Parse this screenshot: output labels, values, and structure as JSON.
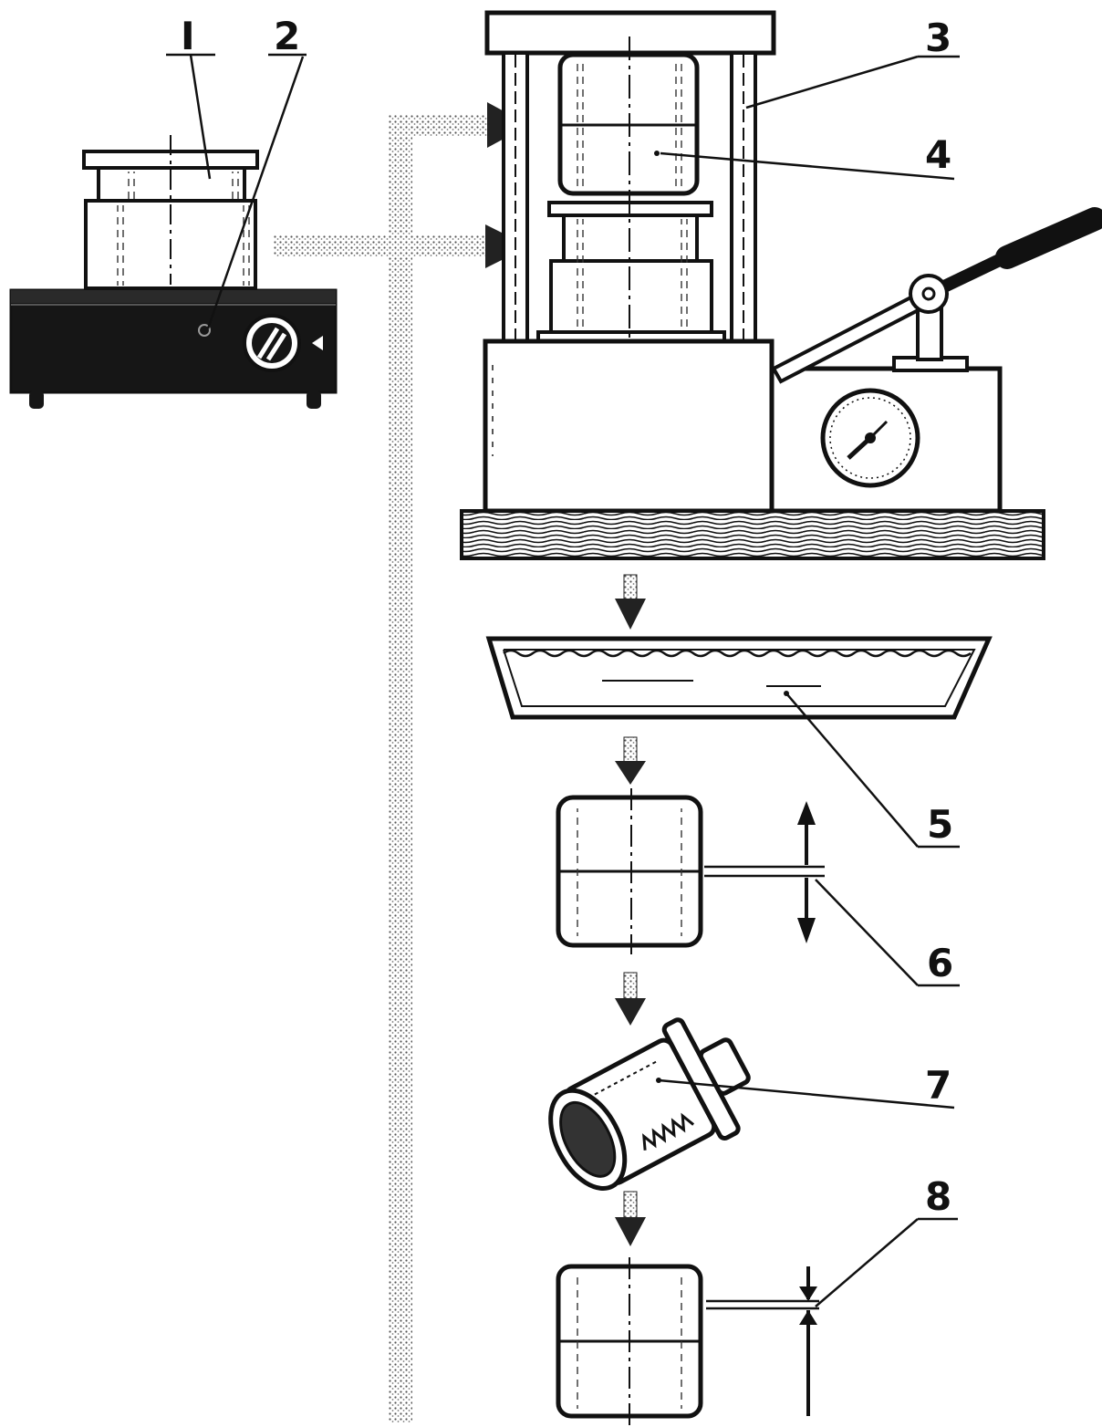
{
  "labels": {
    "l1": "I",
    "l2": "2",
    "l3": "3",
    "l4": "4",
    "l5": "5",
    "l6": "6",
    "l7": "7",
    "l8": "8"
  },
  "colors": {
    "ink": "#111111",
    "paper": "#ffffff",
    "dark_fill": "#1a1a1a",
    "grey_stipple": "#9a9a9a"
  }
}
